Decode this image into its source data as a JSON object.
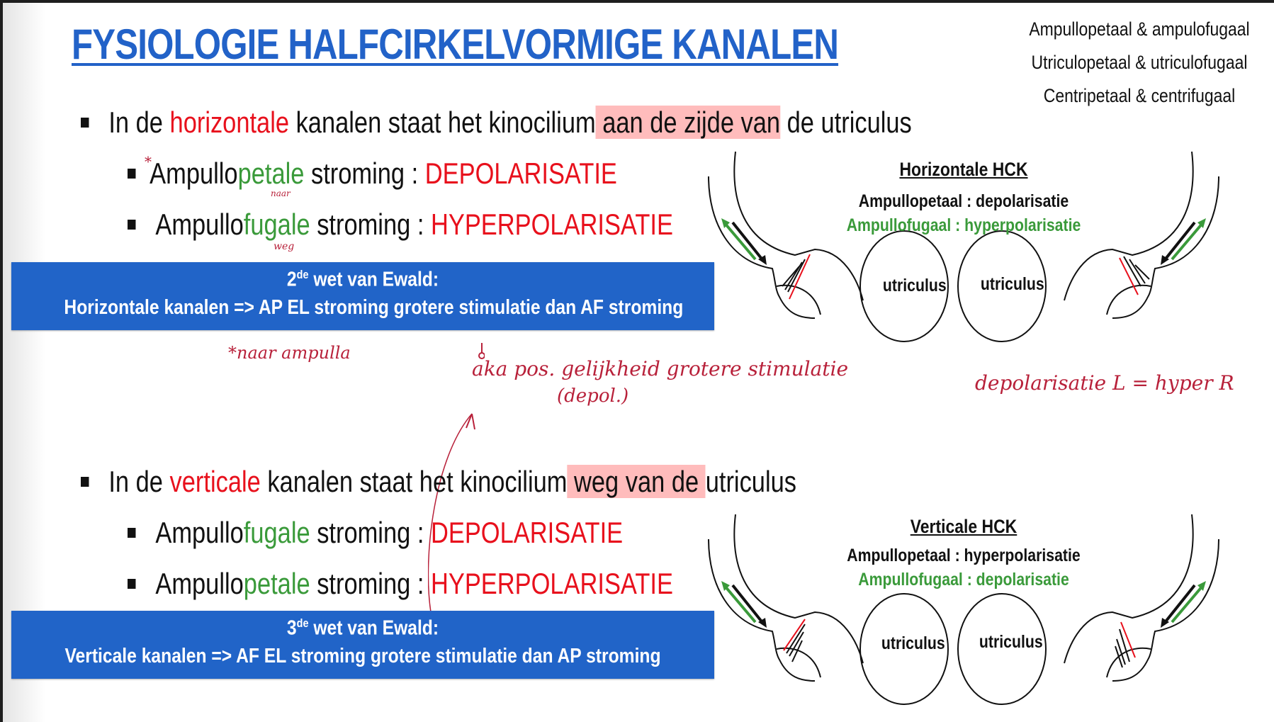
{
  "slide": {
    "title": "FYSIOLOGIE HALFCIRKELVORMIGE KANALEN",
    "terms": [
      "Ampullopetaal & ampulofugaal",
      "Utriculopetaal & utriculofugaal",
      "Centripetaal & centrifugaal"
    ],
    "horizontal": {
      "bullet": {
        "prefix": "In de ",
        "keyword": "horizontale",
        "middle": " kanalen staat het kinocilium",
        "highlight": " aan de zijde van",
        "suffix": " de utriculus"
      },
      "sub1": {
        "stem": "Ampullo",
        "suffix": "petale",
        "rest": " stroming : ",
        "effect": "DEPOLARISATIE"
      },
      "sub2": {
        "stem": "Ampullo",
        "suffix": "fugale",
        "rest": " stroming : ",
        "effect": "HYPERPOLARISATIE"
      },
      "law": {
        "number": "2",
        "sup": "de",
        "heading": " wet van Ewald:",
        "text": "Horizontale kanalen => AP EL stroming grotere stimulatie dan AF stroming"
      },
      "diagram": {
        "title": "Horizontale HCK",
        "line1": "Ampullopetaal : depolarisatie",
        "line2": "Ampullofugaal : hyperpolarisatie",
        "utriculus_left": "utriculus",
        "utriculus_right": "utriculus"
      }
    },
    "vertical": {
      "bullet": {
        "prefix": "In de ",
        "keyword": "verticale",
        "middle": " kanalen staat het kinocilium",
        "highlight": " weg van de ",
        "suffix": "utriculus"
      },
      "sub1": {
        "stem": "Ampullo",
        "suffix": "fugale",
        "rest": " stroming : ",
        "effect": "DEPOLARISATIE"
      },
      "sub2": {
        "stem": "Ampullo",
        "suffix": "petale",
        "rest": " stroming : ",
        "effect": "HYPERPOLARISATIE"
      },
      "law": {
        "number": "3",
        "sup": "de",
        "heading": " wet van Ewald:",
        "text": "Verticale kanalen => AF EL stroming grotere stimulatie dan AP stroming"
      },
      "diagram": {
        "title": "Verticale HCK",
        "line1": "Ampullopetaal : hyperpolarisatie",
        "line2": "Ampullofugaal : depolarisatie",
        "utriculus_left": "utriculus",
        "utriculus_right": "utriculus"
      }
    },
    "handwritten": {
      "star": "*",
      "naar": "naar",
      "weg": "weg",
      "naar_ampulla": "*naar ampulla",
      "aka": "aka pos. gelijkheid grotere stimulatie",
      "depol": "(depol.)",
      "depol_eq": "depolarisatie L = hyper R"
    },
    "colors": {
      "title_blue": "#2262c8",
      "box_blue": "#2164c8",
      "red": "#e8101c",
      "green": "#3a9a3a",
      "highlight": "#ffbcbc",
      "ink": "#b8213a"
    }
  }
}
